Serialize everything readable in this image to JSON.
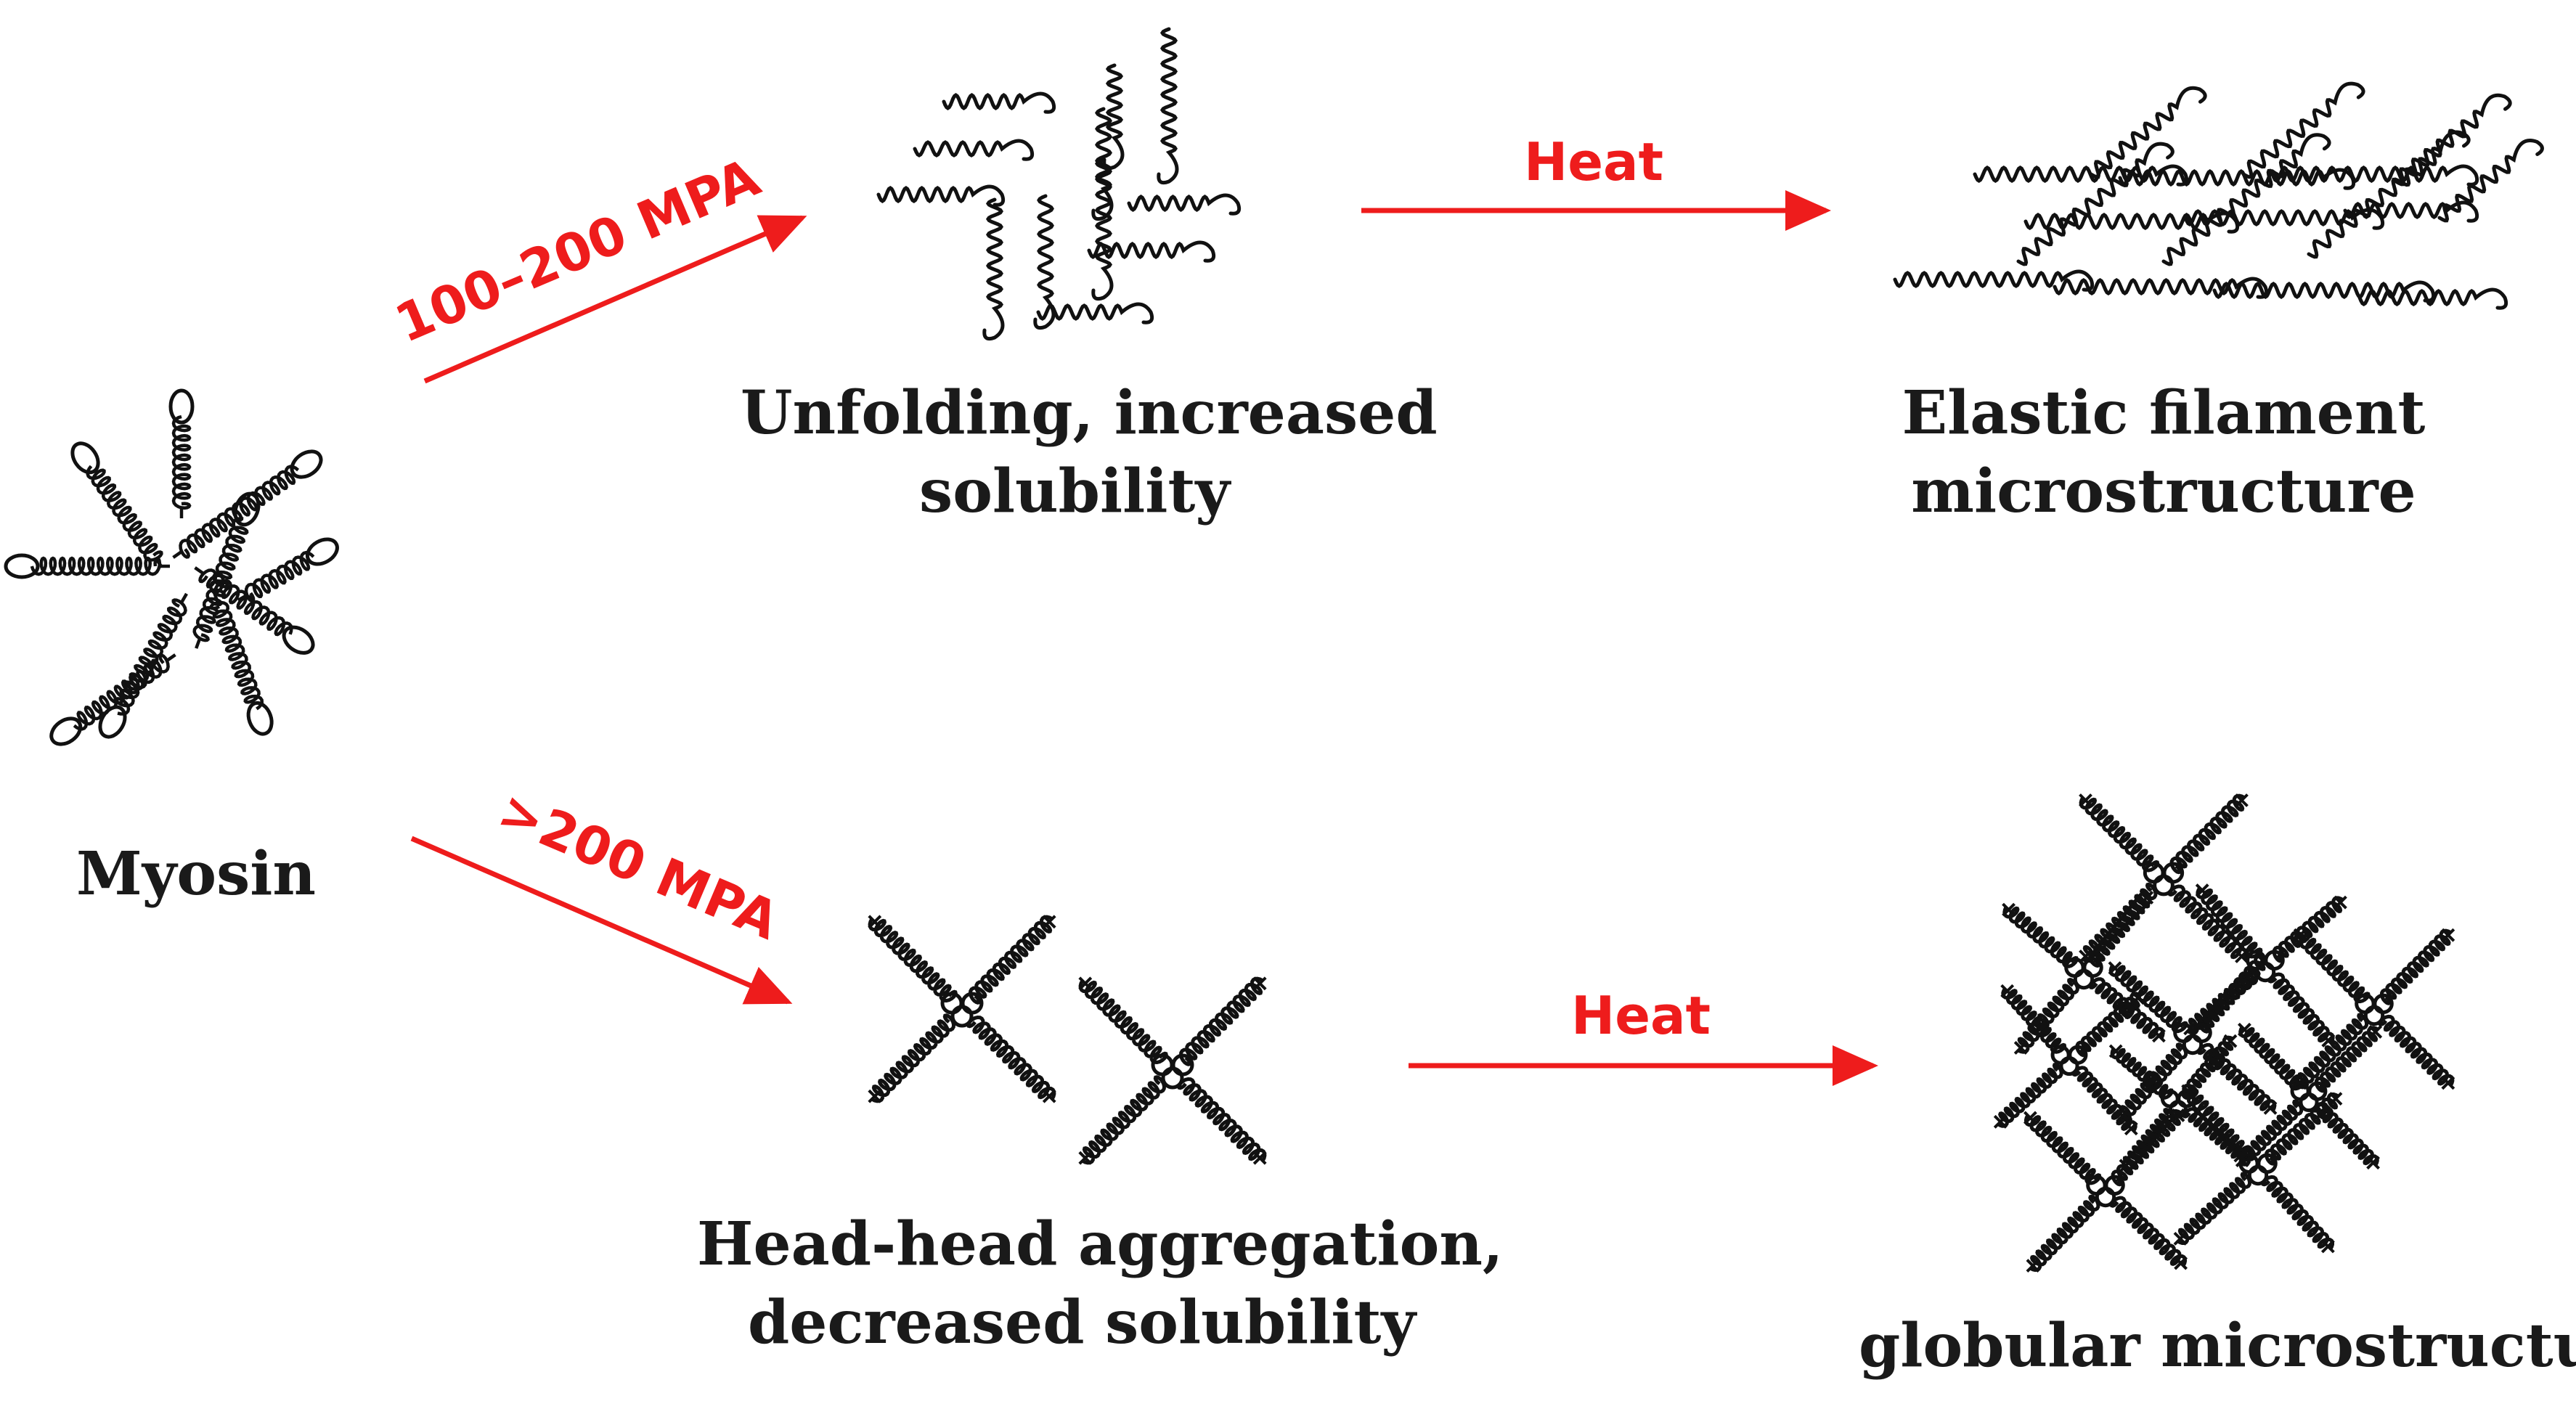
{
  "nodes": {
    "myosin": {
      "label": "Myosin"
    },
    "unfolding": {
      "label_lines": [
        "Unfolding, increased",
        "solubility"
      ]
    },
    "elastic": {
      "label_lines": [
        "Elastic filament",
        "microstructure"
      ]
    },
    "aggregation": {
      "label_lines": [
        "Head-head aggregation,",
        "decreased solubility"
      ]
    },
    "globular": {
      "label": "globular microstructure"
    }
  },
  "edges": {
    "low_pressure": {
      "label": "100–200 MPA"
    },
    "high_pressure": {
      "label": ">200 MPA"
    },
    "heat_top": {
      "label": "Heat"
    },
    "heat_bottom": {
      "label": "Heat"
    }
  },
  "colors": {
    "arrow": "#ee1c1c",
    "ink": "#111111"
  }
}
